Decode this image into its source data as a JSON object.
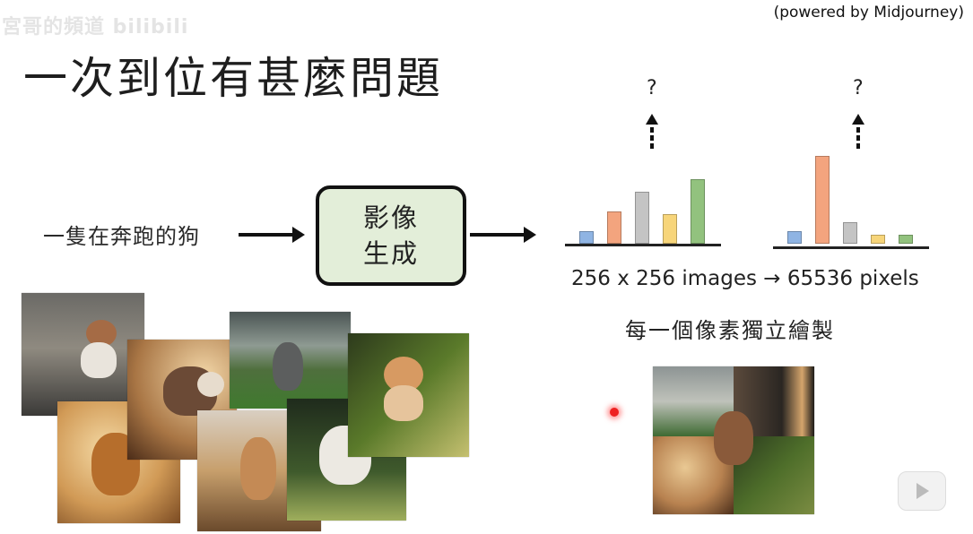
{
  "watermark": "宮哥的頻道 bilibili",
  "credit": "(powered by Midjourney)",
  "title": "一次到位有甚麼問題",
  "prompt": "一隻在奔跑的狗",
  "generator": {
    "line1": "影像",
    "line2": "生成"
  },
  "distributions": {
    "question_mark": "?",
    "left": {
      "values": [
        0.12,
        0.31,
        0.5,
        0.29,
        0.63
      ],
      "colors": [
        "#8fb4e3",
        "#f3a47e",
        "#c4c4c4",
        "#f7d57a",
        "#92c27e"
      ]
    },
    "right": {
      "values": [
        0.12,
        0.85,
        0.21,
        0.09,
        0.09
      ],
      "colors": [
        "#8fb4e3",
        "#f3a47e",
        "#c4c4c4",
        "#f7d57a",
        "#92c27e"
      ]
    }
  },
  "pixels_text": "256 x 256 images → 65536 pixels",
  "each_pixel_text": "每一個像素獨立繪製",
  "icons": {
    "play": "play-icon",
    "laser": "laser-pointer-icon"
  }
}
